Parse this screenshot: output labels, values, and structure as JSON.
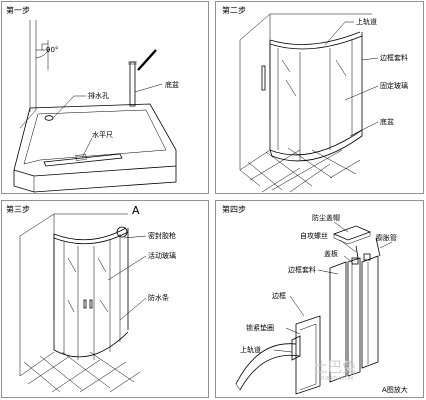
{
  "panels": {
    "step1": {
      "title": "第一步",
      "angle": "90°",
      "labels": {
        "drain_hole": "排水孔",
        "base_tray": "底盆",
        "level": "水平尺"
      }
    },
    "step2": {
      "title": "第二步",
      "labels": {
        "top_rail": "上轨道",
        "side_profile": "边框套料",
        "fixed_glass": "固定玻璃",
        "base_tray": "底盆"
      }
    },
    "step3": {
      "title": "第三步",
      "marker": "A",
      "labels": {
        "sealant": "密封胶枪",
        "sliding_glass": "活动玻璃",
        "waterproof_strip": "防水条"
      }
    },
    "step4": {
      "title": "第四步",
      "labels": {
        "cover_cap": "防尘盖帽",
        "self_tapping_screw": "自攻螺丝",
        "wall_plug": "膨胀管",
        "cover_plate": "盖板",
        "side_profile": "边框套料",
        "side_frame": "边框",
        "lock_washer": "锁紧垫圈",
        "top_rail": "上轨道"
      },
      "caption": "A图放大"
    }
  },
  "watermark": {
    "text": "土巴兔",
    "url": "TUBATU.COM"
  }
}
